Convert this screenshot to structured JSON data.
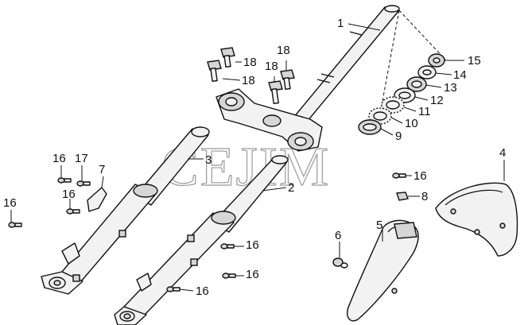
{
  "watermark": "CEJIM",
  "callouts": {
    "c1": "1",
    "c2": "2",
    "c3": "3",
    "c5": "5",
    "c6": "6",
    "c7": "7",
    "c8": "8",
    "c9": "9",
    "c10": "10",
    "c11": "11",
    "c12": "12",
    "c13": "13",
    "c14": "14",
    "c15": "15",
    "c16a": "16",
    "c16b": "16",
    "c16c": "16",
    "c16d": "16",
    "c16e": "16",
    "c16f": "16",
    "c16g": "16",
    "c17": "17",
    "c18a": "18",
    "c18b": "18",
    "c18c": "18",
    "c18d": "18",
    "c4": "4"
  }
}
